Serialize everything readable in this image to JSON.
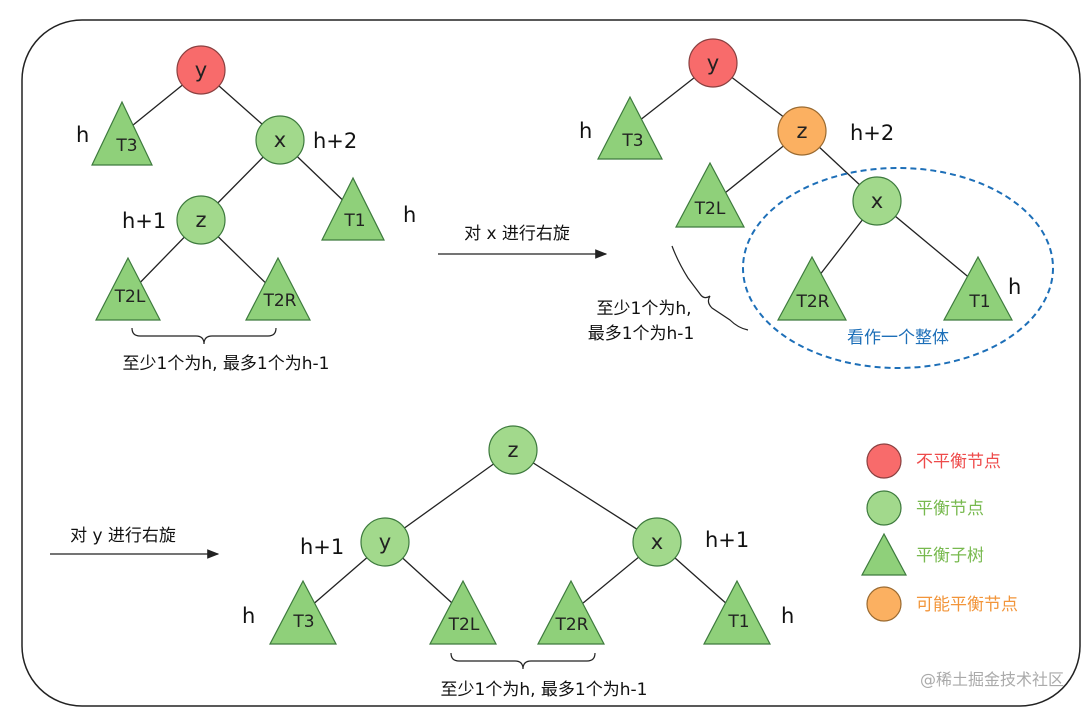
{
  "colors": {
    "unbalanced": "#f86b6b",
    "balanced": "#a2d98c",
    "subtree": "#8fd07a",
    "maybe": "#fbb061",
    "stroke": "#3d7a3d",
    "legend_red": "#ee4b4b",
    "legend_green": "#77b94e",
    "legend_orange": "#f2953a",
    "ellipse": "#1d6fb8",
    "watermark": "#aaaaaa"
  },
  "tree1": {
    "nodes": {
      "y": "y",
      "x": "x",
      "z": "z"
    },
    "subtrees": {
      "t3": "T3",
      "t1": "T1",
      "t2l": "T2L",
      "t2r": "T2R"
    },
    "heights": {
      "t3": "h",
      "x": "h+2",
      "z": "h+1",
      "t1": "h"
    },
    "caption": "至少1个为h, 最多1个为h-1"
  },
  "arrow1": {
    "label": "对 x 进行右旋"
  },
  "tree2": {
    "nodes": {
      "y": "y",
      "z": "z",
      "x": "x"
    },
    "subtrees": {
      "t3": "T3",
      "t2l": "T2L",
      "t2r": "T2R",
      "t1": "T1"
    },
    "heights": {
      "t3": "h",
      "z": "h+2",
      "t1": "h"
    },
    "caption_line1": "至少1个为h,",
    "caption_line2": "最多1个为h-1",
    "ellipse_label": "看作一个整体"
  },
  "arrow2": {
    "label": "对 y  进行右旋"
  },
  "tree3": {
    "nodes": {
      "z": "z",
      "y": "y",
      "x": "x"
    },
    "subtrees": {
      "t3": "T3",
      "t2l": "T2L",
      "t2r": "T2R",
      "t1": "T1"
    },
    "heights": {
      "y": "h+1",
      "x": "h+1",
      "t3": "h",
      "t1": "h"
    },
    "caption": "至少1个为h, 最多1个为h-1"
  },
  "legend": {
    "unbalanced": "不平衡节点",
    "balanced": "平衡节点",
    "subtree": "平衡子树",
    "maybe": "可能平衡节点"
  },
  "watermark": "@稀土掘金技术社区"
}
